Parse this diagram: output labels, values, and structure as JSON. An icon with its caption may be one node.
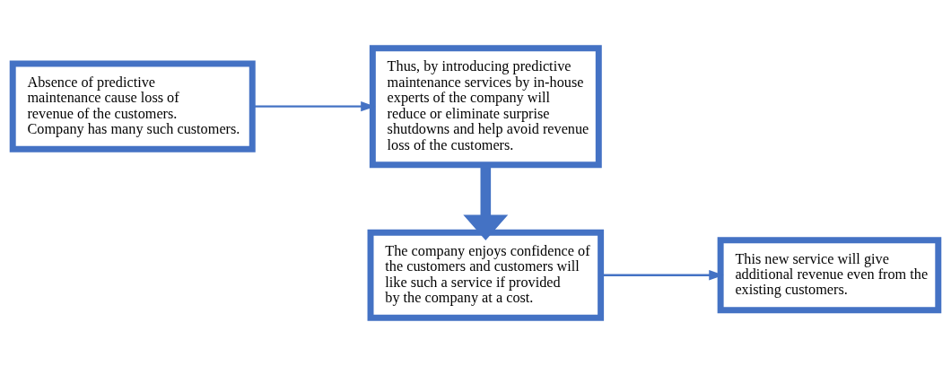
{
  "diagram": {
    "nodes": [
      {
        "text": [
          "Absence of predictive maintenance cause loss of revenue of the customers. Company has many such customers."
        ]
      },
      {
        "text": [
          "Thus, by introducing predictive maintenance services by in-house experts of the company will reduce or eliminate surprise shutdowns and help avoid revenue loss of the customers."
        ]
      },
      {
        "text": [
          "The company enjoys confidence of the customers and customers will like such a service if provided by the company at a cost."
        ]
      },
      {
        "text": [
          "This new service will give additional revenue even from the existing customers."
        ]
      }
    ],
    "edges": [
      {
        "from": 0,
        "to": 1,
        "arrow": "to"
      },
      {
        "from": 1,
        "to": 2,
        "arrow": "to",
        "style": "thick"
      },
      {
        "from": 2,
        "to": 3,
        "arrow": "to"
      }
    ]
  }
}
